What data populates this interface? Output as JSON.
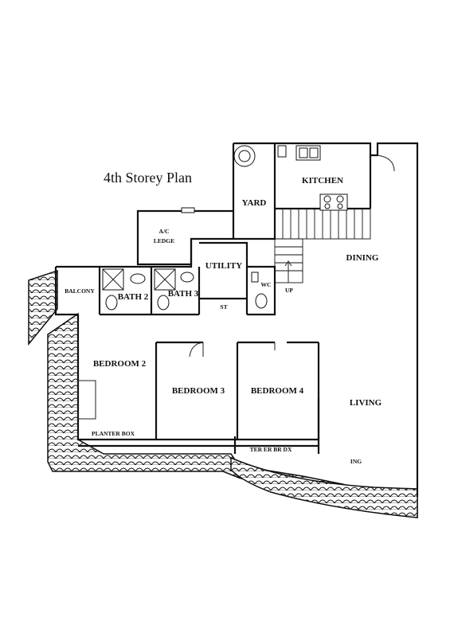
{
  "title": "4th Storey Plan",
  "rooms": {
    "kitchen": "KITCHEN",
    "yard": "YARD",
    "ac_ledge_line1": "A/C",
    "ac_ledge_line2": "LEDGE",
    "utility": "UTILITY",
    "dining": "DINING",
    "wc": "WC",
    "up": "UP",
    "balcony": "BALCONY",
    "bath2": "BATH 2",
    "bath3": "BATH 3",
    "store": "ST",
    "bedroom2": "BEDROOM 2",
    "bedroom3": "BEDROOM 3",
    "bedroom4": "BEDROOM 4",
    "living": "LIVING",
    "planter_box_left": "PLANTER BOX",
    "planter_box_right": "TER ER BR DX",
    "ing_fragment": "ING"
  }
}
